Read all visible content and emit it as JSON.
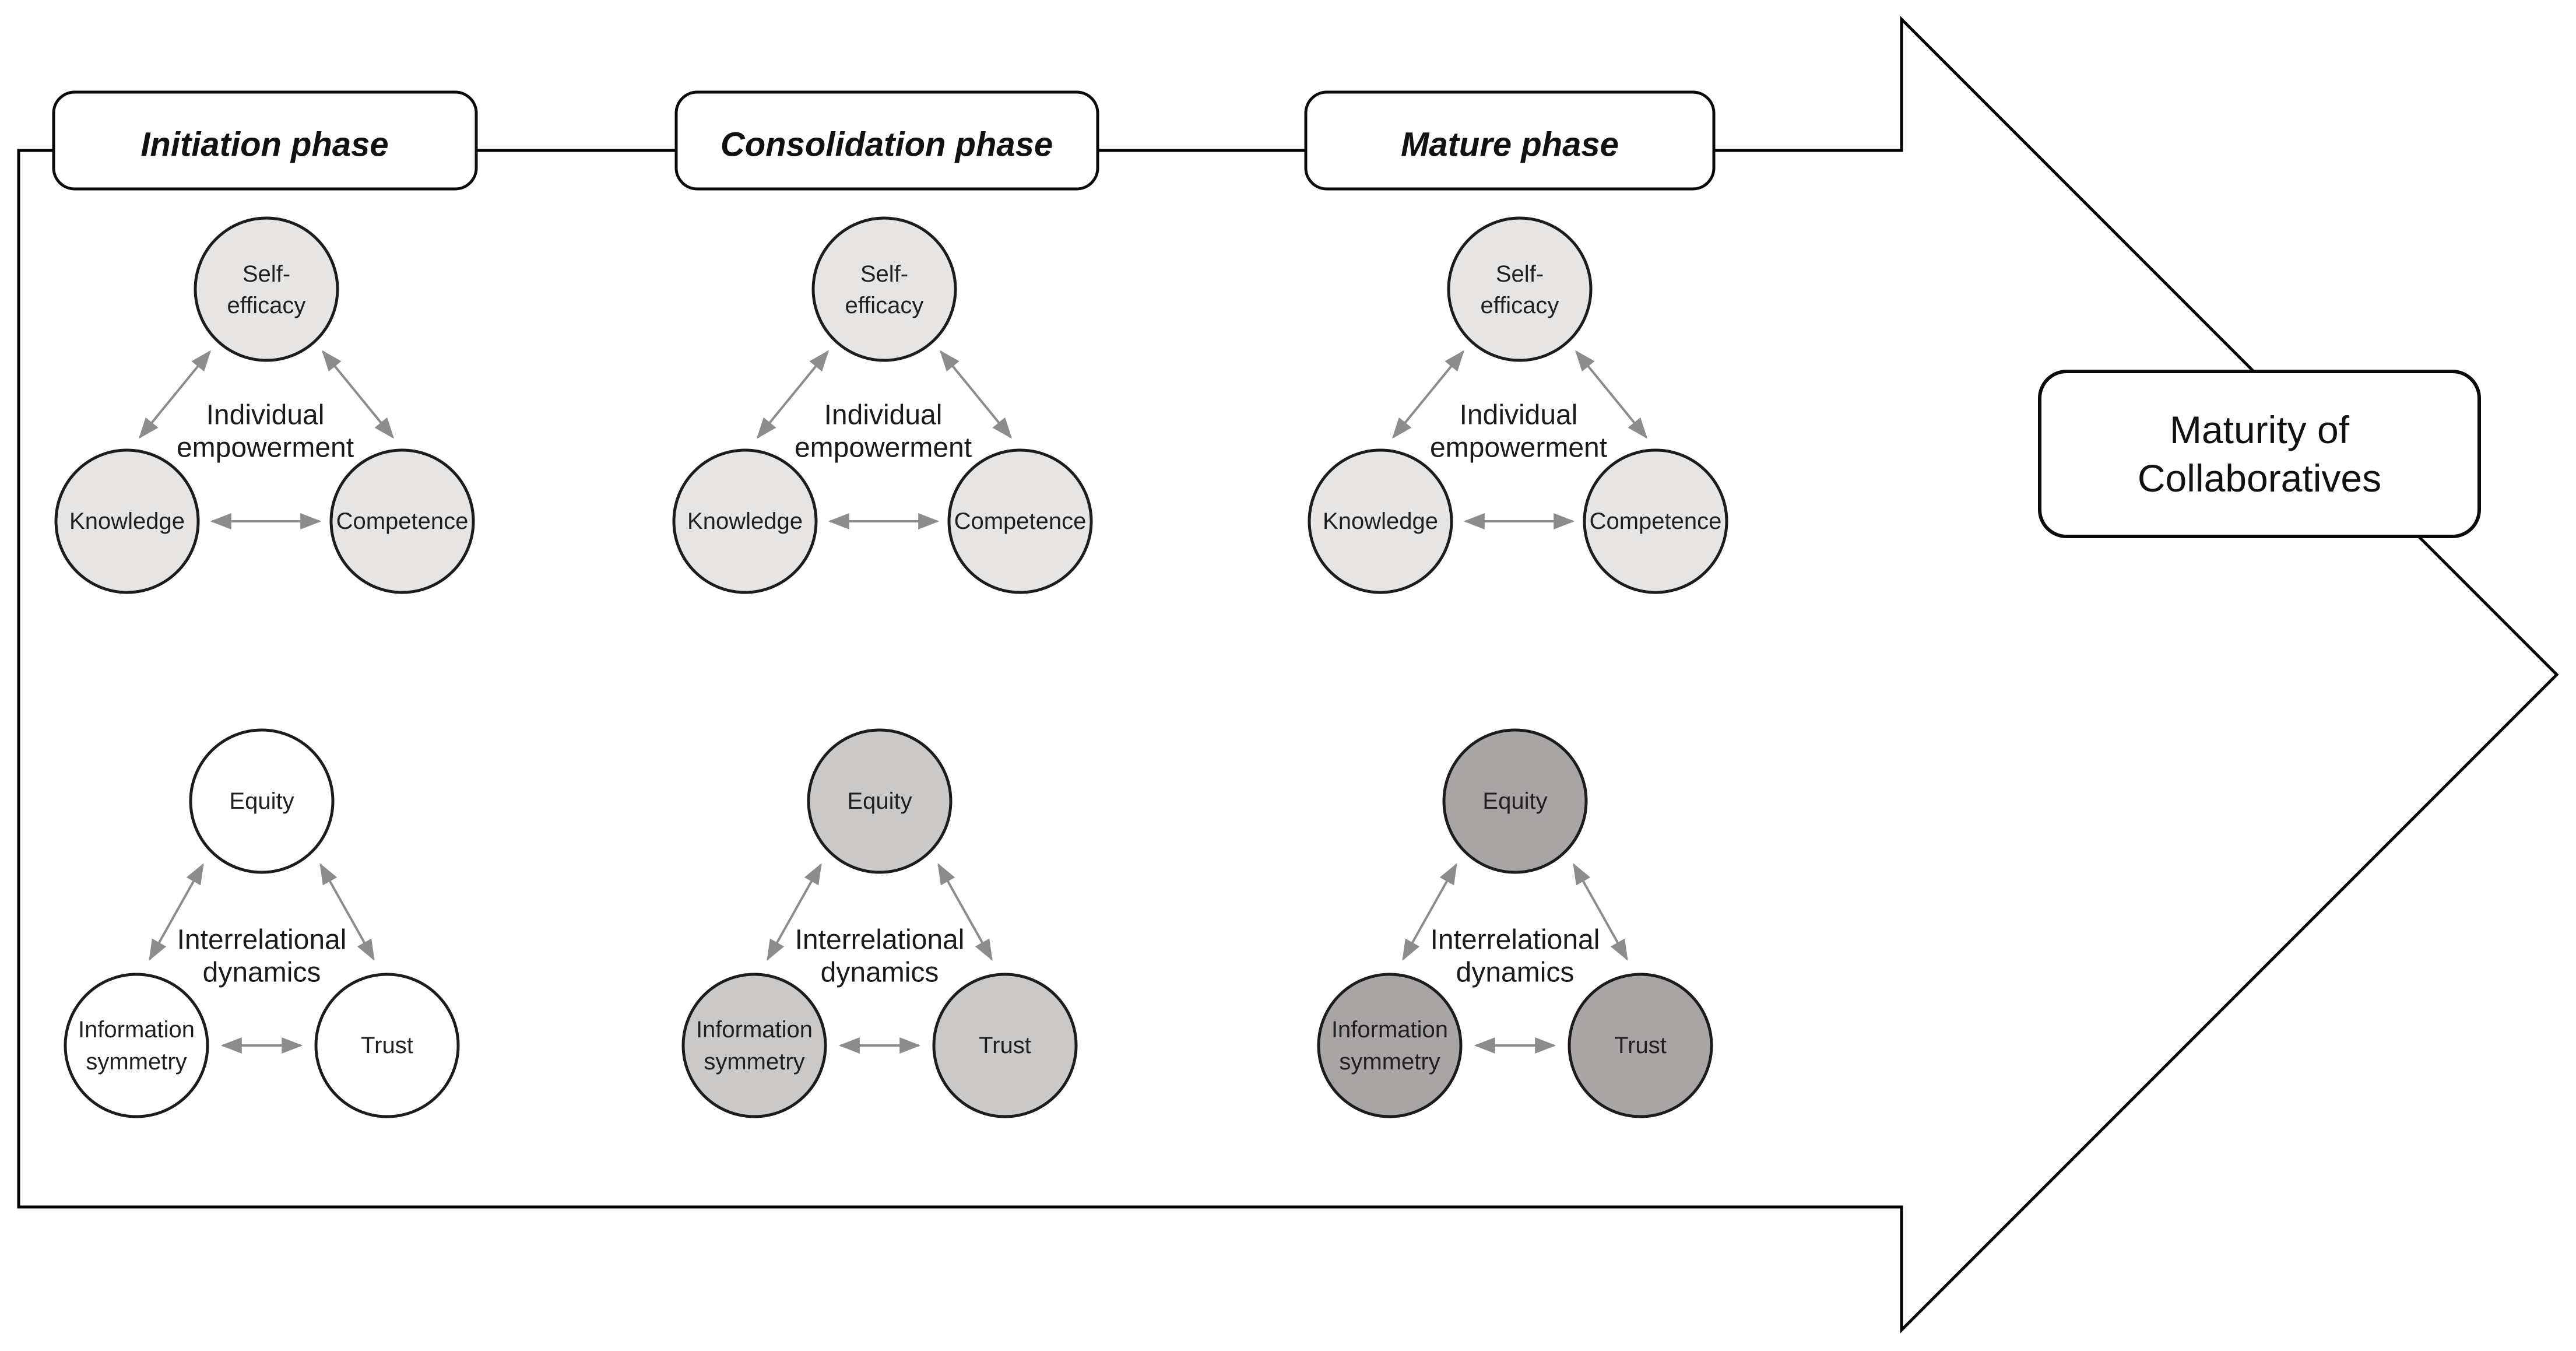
{
  "maturity_box": {
    "line1": "Maturity of",
    "line2": "Collaboratives"
  },
  "phases": [
    {
      "label": "Initiation phase",
      "empowerment": {
        "line1": "Individual",
        "line2": "empowerment",
        "node_fill": "#e7e5e4",
        "self_efficacy_line1": "Self-",
        "self_efficacy_line2": "efficacy",
        "knowledge": "Knowledge",
        "competence": "Competence"
      },
      "dynamics": {
        "line1": "Interrelational",
        "line2": "dynamics",
        "node_fill": "#ffffff",
        "equity": "Equity",
        "information_line1": "Information",
        "information_line2": "symmetry",
        "trust": "Trust"
      }
    },
    {
      "label": "Consolidation phase",
      "empowerment": {
        "line1": "Individual",
        "line2": "empowerment",
        "node_fill": "#e7e5e4",
        "self_efficacy_line1": "Self-",
        "self_efficacy_line2": "efficacy",
        "knowledge": "Knowledge",
        "competence": "Competence"
      },
      "dynamics": {
        "line1": "Interrelational",
        "line2": "dynamics",
        "node_fill": "#cbc9c8",
        "equity": "Equity",
        "information_line1": "Information",
        "information_line2": "symmetry",
        "trust": "Trust"
      }
    },
    {
      "label": "Mature phase",
      "empowerment": {
        "line1": "Individual",
        "line2": "empowerment",
        "node_fill": "#e7e5e4",
        "self_efficacy_line1": "Self-",
        "self_efficacy_line2": "efficacy",
        "knowledge": "Knowledge",
        "competence": "Competence"
      },
      "dynamics": {
        "line1": "Interrelational",
        "line2": "dynamics",
        "node_fill": "#a9a5a4",
        "equity": "Equity",
        "information_line1": "Information",
        "information_line2": "symmetry",
        "trust": "Trust"
      }
    }
  ],
  "colors": {
    "connector_arrow": "#8c8c8c",
    "outline": "#000000",
    "top_triangle_fill": "#e7e5e4",
    "bottom_fill_initiation": "#ffffff",
    "bottom_fill_consolidation": "#cbc9c8",
    "bottom_fill_mature": "#a9a5a4"
  }
}
